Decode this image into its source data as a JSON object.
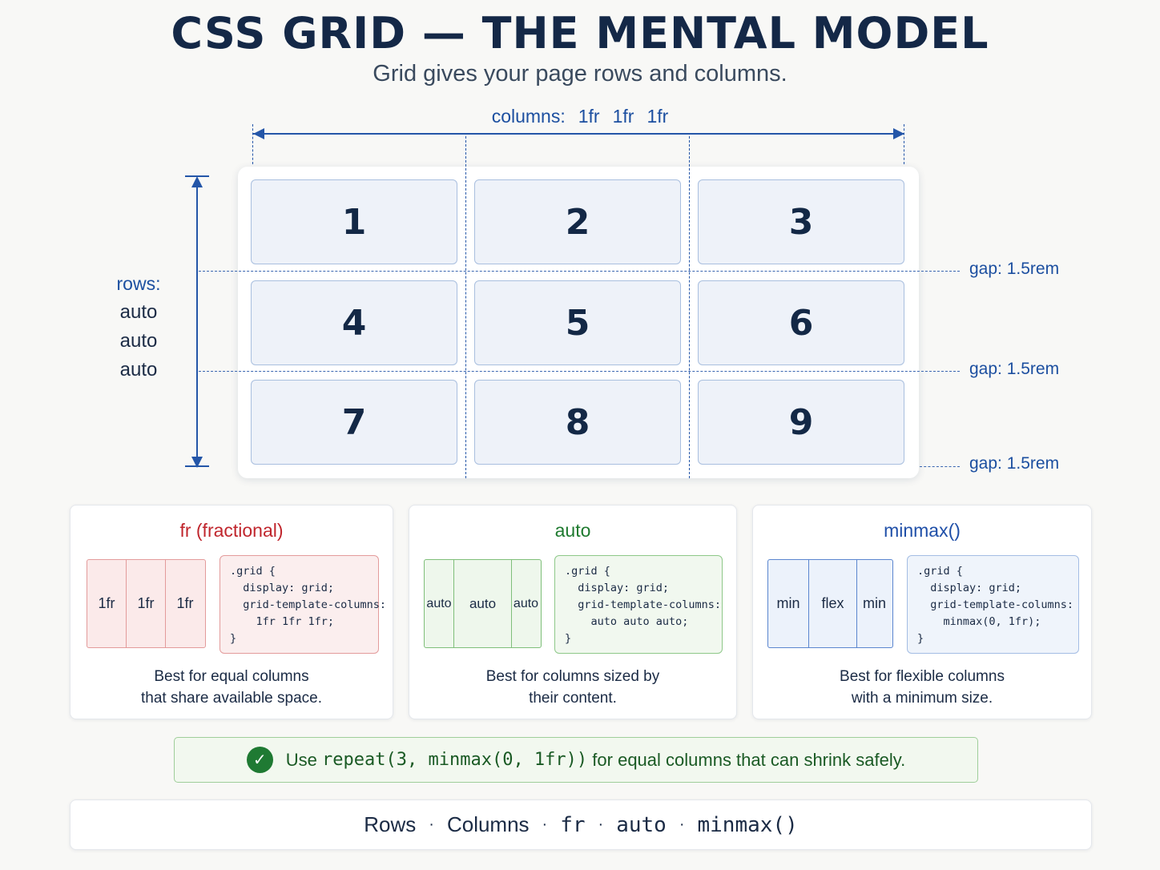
{
  "title": "CSS GRID — THE MENTAL MODEL",
  "subtitle": "Grid gives your page rows and columns.",
  "columns": {
    "label": "columns:",
    "tracks": [
      "1fr",
      "1fr",
      "1fr"
    ]
  },
  "rows": {
    "label": "rows:",
    "tracks": [
      "auto",
      "auto",
      "auto"
    ]
  },
  "grid_cells": [
    "1",
    "2",
    "3",
    "4",
    "5",
    "6",
    "7",
    "8",
    "9"
  ],
  "gap_labels": [
    "gap: 1.5rem",
    "gap: 1.5rem",
    "gap: 1.5rem"
  ],
  "cards": [
    {
      "title": "fr (fractional)",
      "title_color": "#c0262d",
      "demo_cells": [
        "1fr",
        "1fr",
        "1fr"
      ],
      "code": [
        ".grid {",
        "  display: grid;",
        "  grid-template-columns:",
        "    1fr 1fr 1fr;",
        "}"
      ],
      "desc": [
        "Best for equal columns",
        "that share available space."
      ]
    },
    {
      "title": "auto",
      "title_color": "#1e7a2f",
      "demo_cells": [
        "auto",
        "auto",
        "auto"
      ],
      "code": [
        ".grid {",
        "  display: grid;",
        "  grid-template-columns:",
        "    auto auto auto;",
        "}"
      ],
      "desc": [
        "Best for columns sized by",
        "their content."
      ]
    },
    {
      "title": "minmax()",
      "title_color": "#1f4fa8",
      "demo_cells": [
        "min",
        "flex",
        "min"
      ],
      "code": [
        ".grid {",
        "  display: grid;",
        "  grid-template-columns:",
        "    minmax(0, 1fr);",
        "}"
      ],
      "desc": [
        "Best for flexible columns",
        "with a minimum size."
      ]
    }
  ],
  "tip": {
    "icon": "check-circle-icon",
    "prefix": "Use",
    "code": "repeat(3, minmax(0, 1fr))",
    "suffix": "for equal columns that can shrink safely."
  },
  "footer": {
    "items": [
      "Rows",
      "Columns",
      "fr",
      "auto",
      "minmax()"
    ],
    "separator": "·"
  },
  "colors": {
    "accent_blue": "#1c4fa0",
    "fr_red": "#c0262d",
    "auto_green": "#1e7a2f",
    "minmax_blue": "#1f4fa8"
  }
}
